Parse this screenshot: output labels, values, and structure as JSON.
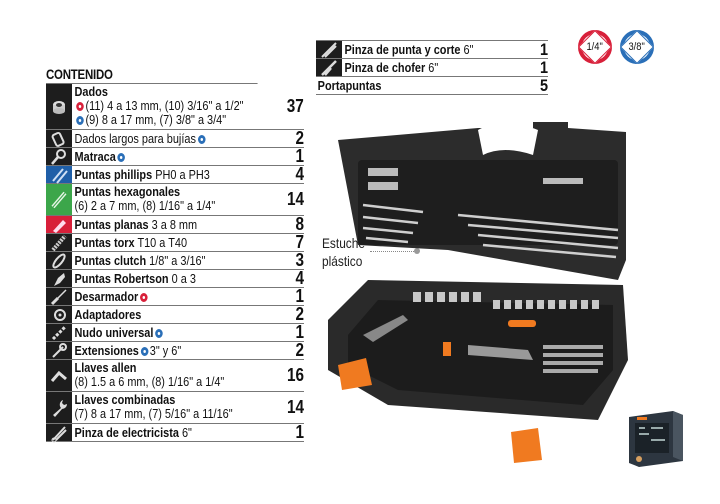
{
  "contents": {
    "title": "CONTENIDO",
    "items": [
      {
        "name": "Dados",
        "detail1_prefix": "(11) 4 a 13 mm, (10) 3/16\" a 1/2\"",
        "detail2_prefix": "(9) 8 a 17 mm, (7) 3/8\" a 3/4\"",
        "qty": "37",
        "icon": "socket-icon"
      },
      {
        "name": "Dados largos para bujías",
        "qty": "2",
        "icon": "long-socket-icon"
      },
      {
        "name": "Matraca",
        "qty": "1",
        "icon": "ratchet-icon"
      },
      {
        "name": "Puntas phillips",
        "detail": "PH0 a PH3",
        "qty": "4",
        "icon": "phillips-bit-icon"
      },
      {
        "name": "Puntas hexagonales",
        "detail": "(6) 2 a 7 mm, (8) 1/16\" a 1/4\"",
        "qty": "14",
        "icon": "hex-bit-icon"
      },
      {
        "name": "Puntas planas",
        "detail": "3 a 8 mm",
        "qty": "8",
        "icon": "flat-bit-icon"
      },
      {
        "name": "Puntas torx",
        "detail": "T10 a T40",
        "qty": "7",
        "icon": "torx-bit-icon"
      },
      {
        "name": "Puntas clutch",
        "detail": "1/8\" a 3/16\"",
        "qty": "3",
        "icon": "clutch-bit-icon"
      },
      {
        "name": "Puntas Robertson",
        "detail": "0 a 3",
        "qty": "4",
        "icon": "robertson-bit-icon"
      },
      {
        "name": "Desarmador",
        "qty": "1",
        "icon": "screwdriver-icon"
      },
      {
        "name": "Adaptadores",
        "qty": "2",
        "icon": "adapter-icon"
      },
      {
        "name": "Nudo universal",
        "qty": "1",
        "icon": "universal-joint-icon"
      },
      {
        "name": "Extensiones",
        "detail": "3\" y 6\"",
        "qty": "2",
        "icon": "extension-icon"
      },
      {
        "name": "Llaves allen",
        "detail": "(8) 1.5 a 6 mm, (8) 1/16\" a 1/4\"",
        "qty": "16",
        "icon": "allen-key-icon"
      },
      {
        "name": "Llaves combinadas",
        "detail": "(7) 8 a 17 mm, (7) 5/16\" a 11/16\"",
        "qty": "14",
        "icon": "wrench-icon"
      },
      {
        "name": "Pinza  de electricista",
        "detail": "6\"",
        "qty": "1",
        "icon": "electrician-pliers-icon"
      }
    ]
  },
  "extras": {
    "items": [
      {
        "name": "Pinza de punta y corte",
        "detail": "6\"",
        "qty": "1",
        "icon": "needle-nose-pliers-icon"
      },
      {
        "name": "Pinza de chofer",
        "detail": "6\"",
        "qty": "1",
        "icon": "slip-joint-pliers-icon"
      },
      {
        "name": "Portapuntas",
        "qty": "5"
      }
    ]
  },
  "badges": [
    {
      "label": "1/4\"",
      "color": "#d8203a"
    },
    {
      "label": "3/8\"",
      "color": "#2a6fb8"
    }
  ],
  "callout": {
    "line1": "Estuche",
    "line2": "plástico"
  },
  "colors": {
    "accent_orange": "#f07a20",
    "drive_red": "#d8203a",
    "drive_blue": "#2a6fb8",
    "case_dark": "#2a2a2a"
  }
}
